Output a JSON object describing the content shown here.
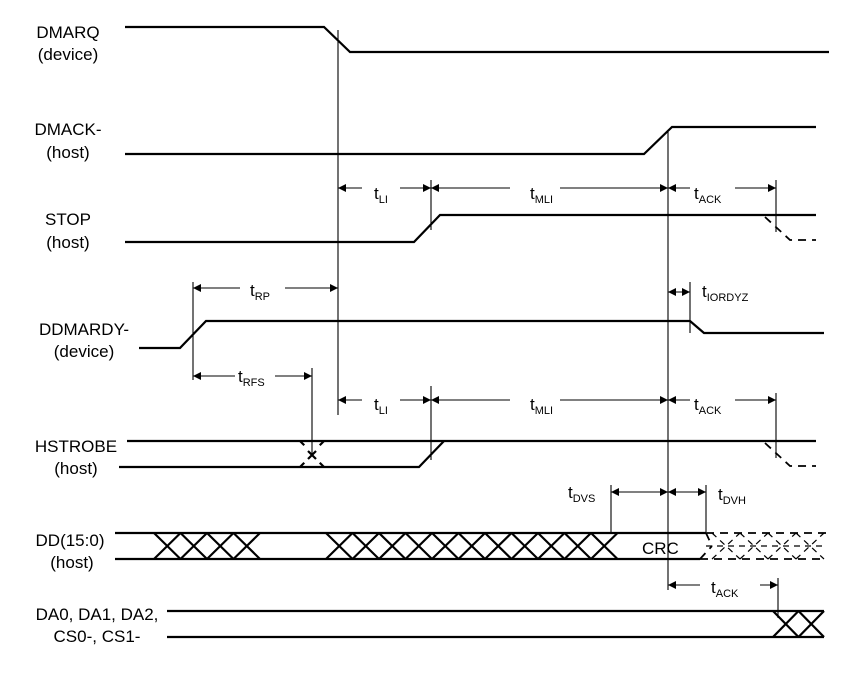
{
  "diagram": {
    "type": "timing",
    "signals": [
      {
        "id": "dmarq",
        "name": "DMARQ",
        "owner": "(device)",
        "behavior": "high then falls (deasserted)"
      },
      {
        "id": "dmack",
        "name": "DMACK-",
        "owner": "(host)",
        "behavior": "low then rises"
      },
      {
        "id": "stop",
        "name": "STOP",
        "owner": "(host)",
        "behavior": "low, rises after tLI, falls (dashed) after tACK"
      },
      {
        "id": "ddmardy",
        "name": "DDMARDY-",
        "owner": "(device)",
        "behavior": "low then rises, falls after tIORDYZ"
      },
      {
        "id": "hstrobe",
        "name": "HSTROBE",
        "owner": "(host)",
        "behavior": "toggle at tRFS, rises after tLI, falls (dashed) after tACK"
      },
      {
        "id": "dd",
        "name": "DD(15:0)",
        "owner": "(host)",
        "behavior": "data bus with transitions, CRC word, then released (dashed)"
      },
      {
        "id": "addr",
        "name": "DA0, DA1, DA2,",
        "owner": "CS0-, CS1-",
        "behavior": "stable then transitions after tACK"
      }
    ],
    "timing_labels": {
      "t_li": {
        "main": "t",
        "sub": "LI"
      },
      "t_mli": {
        "main": "t",
        "sub": "MLI"
      },
      "t_ack": {
        "main": "t",
        "sub": "ACK"
      },
      "t_rp": {
        "main": "t",
        "sub": "RP"
      },
      "t_iordyz": {
        "main": "t",
        "sub": "IORDYZ"
      },
      "t_rfs": {
        "main": "t",
        "sub": "RFS"
      },
      "t_dvs": {
        "main": "t",
        "sub": "DVS"
      },
      "t_dvh": {
        "main": "t",
        "sub": "DVH"
      }
    },
    "crc_label": "CRC",
    "colors": {
      "ink": "#000000",
      "background": "#ffffff"
    }
  }
}
